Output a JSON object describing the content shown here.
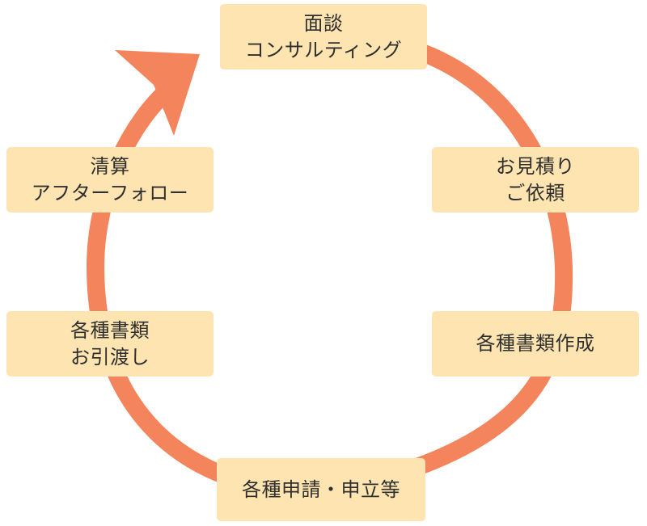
{
  "diagram": {
    "arrow_color": "#f4845b",
    "box_color": "#fde4b0",
    "steps": [
      {
        "lines": [
          "面談",
          "コンサルティング"
        ]
      },
      {
        "lines": [
          "お見積り",
          "ご依頼"
        ]
      },
      {
        "lines": [
          "各種書類作成"
        ]
      },
      {
        "lines": [
          "各種申請・申立等"
        ]
      },
      {
        "lines": [
          "各種書類",
          "お引渡し"
        ]
      },
      {
        "lines": [
          "清算",
          "アフターフォロー"
        ]
      }
    ]
  }
}
